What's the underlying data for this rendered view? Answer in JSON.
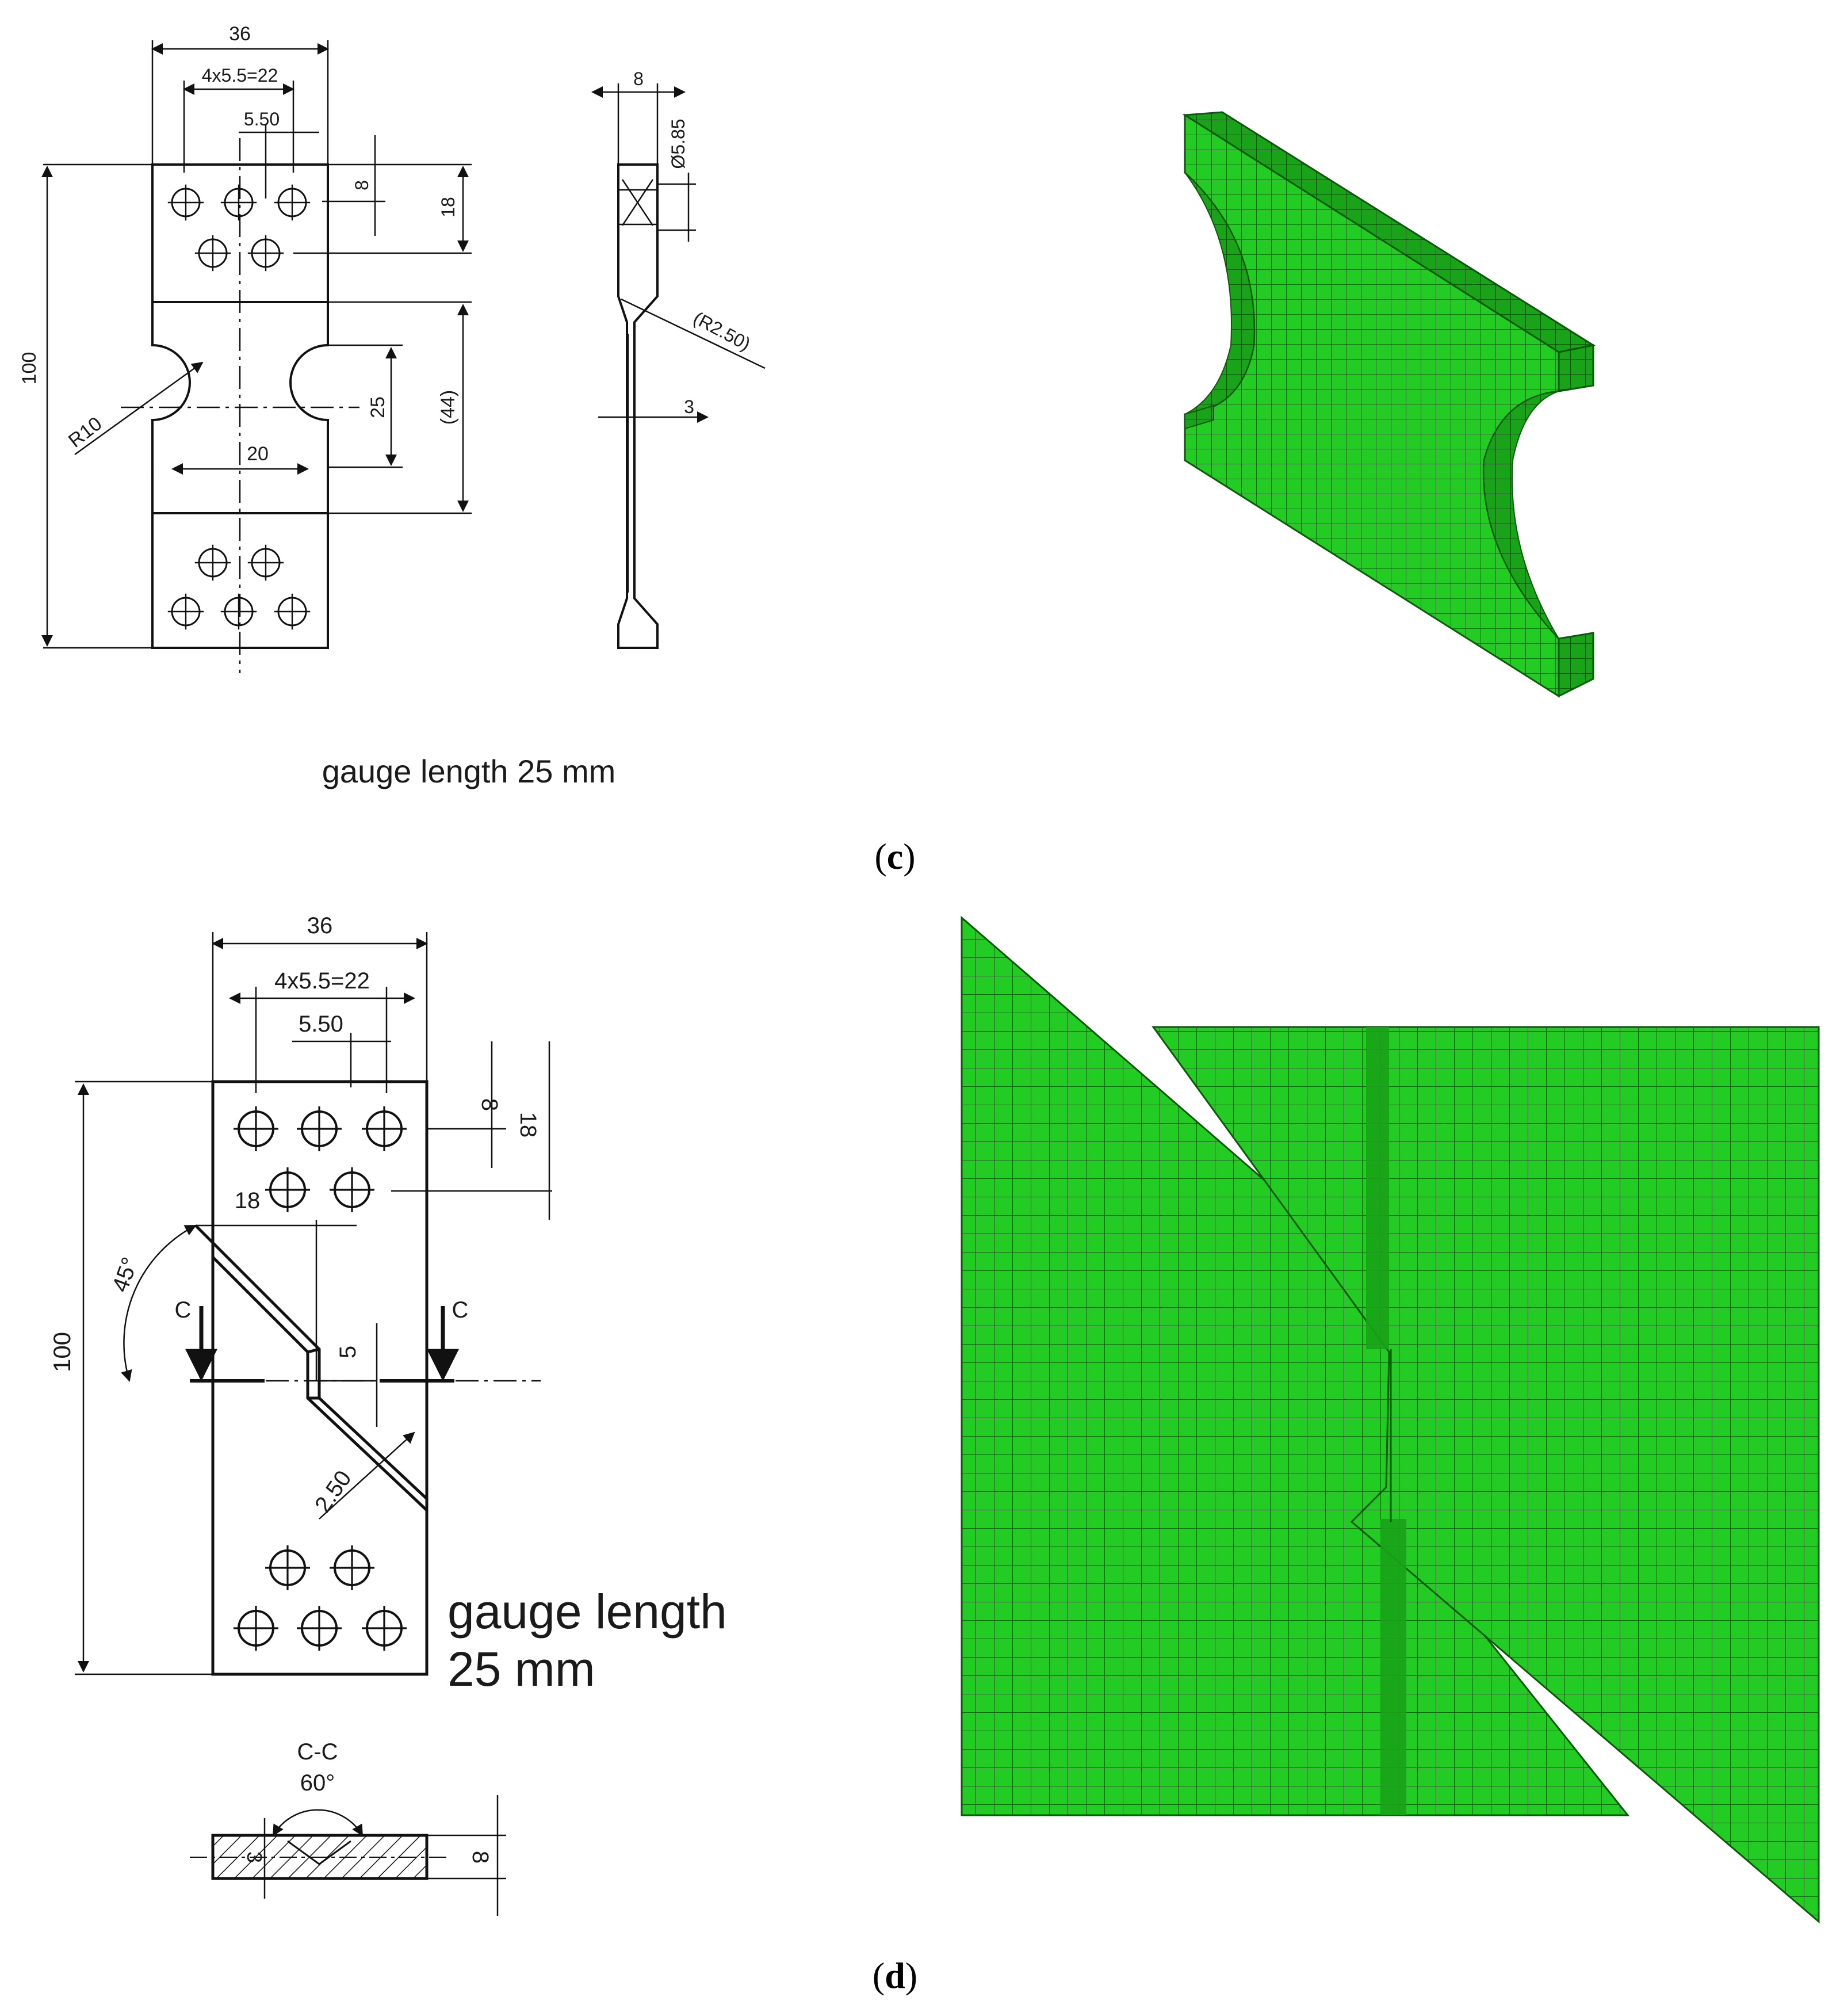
{
  "colors": {
    "mesh": "#22cc22",
    "mesh_dark": "#18a318",
    "mesh_line": "#0a5a0a",
    "ink": "#111111"
  },
  "panel_c": {
    "caption": "(c)",
    "caption_letter": "c",
    "gauge_note": "gauge length 25 mm",
    "dims": {
      "width": "36",
      "holes": "4x5.5=22",
      "pitch": "5.50",
      "hole_row": "8",
      "grip": "18",
      "length": "100",
      "radius": "R10",
      "notch_width": "25",
      "neck": "20",
      "middle": "(44)",
      "thickness": "8",
      "hole_dia": "Ø5.85",
      "fillet": "(R2.50)",
      "gauge_thk": "3"
    }
  },
  "panel_d": {
    "caption": "(d)",
    "caption_letter": "d",
    "gauge_note_1": "gauge length",
    "gauge_note_2": "25 mm",
    "dims": {
      "width": "36",
      "holes": "4x5.5=22",
      "pitch": "5.50",
      "hole_row": "8",
      "grip": "18",
      "offset": "18",
      "angle": "45°",
      "section_mark_left": "C",
      "section_mark_right": "C",
      "length": "100",
      "ligament": "5",
      "slot": "2.50",
      "section_title": "C-C",
      "section_angle": "60°",
      "section_depth": "3",
      "section_thk": "8"
    }
  }
}
